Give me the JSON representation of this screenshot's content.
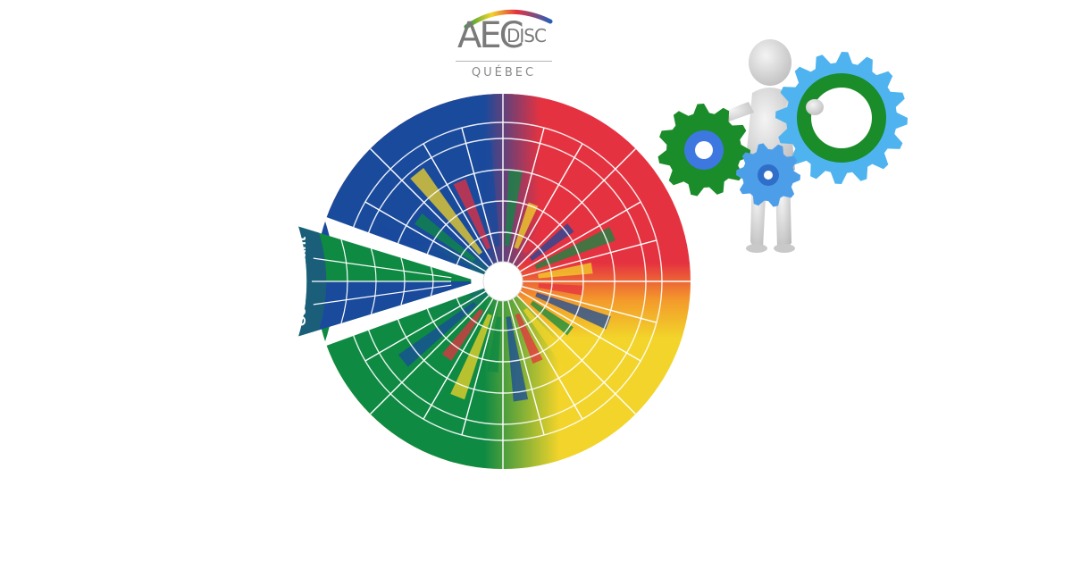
{
  "logo": {
    "name_main": "AEC",
    "name_suffix": "DISC",
    "region": "QUÉBEC"
  },
  "wheel": {
    "highlighted_segment_label": "Coordonnant",
    "colors": {
      "blue": "#1a4a9c",
      "red": "#e53240",
      "yellow": "#f2d42a",
      "green": "#0f8a43",
      "orange": "#f39a2b",
      "segment_dark": "#1b5e7a"
    }
  },
  "illustration": {
    "gear_large_color": "#4fb3f0",
    "gear_large_ring_color": "#1a8c2a",
    "gear_green_color": "#1a8c2a",
    "gear_green_center_color": "#3d78e0",
    "gear_small_color": "#4d9ee8",
    "figure_color": "#d9d9d9"
  }
}
